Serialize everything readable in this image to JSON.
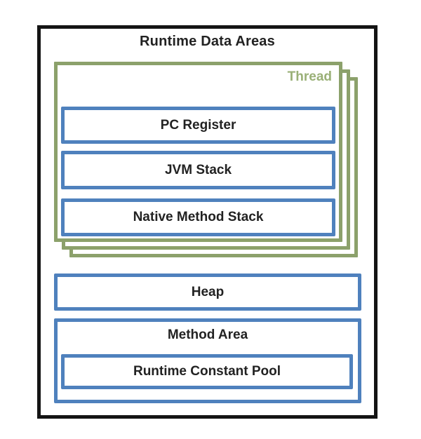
{
  "diagram": {
    "title": "Runtime Data Areas",
    "thread": {
      "label": "Thread",
      "boxes": [
        "PC Register",
        "JVM Stack",
        "Native Method Stack"
      ],
      "stack_layers": 3
    },
    "heap": {
      "label": "Heap"
    },
    "method_area": {
      "label": "Method Area",
      "inner_box": "Runtime Constant Pool"
    },
    "colors": {
      "outer_border": "#141414",
      "thread_border_green": "#8ca16b",
      "thread_label_green": "#9ab077",
      "inner_box_blue": "#4f81bd",
      "text": "#222222",
      "background": "#ffffff"
    }
  }
}
